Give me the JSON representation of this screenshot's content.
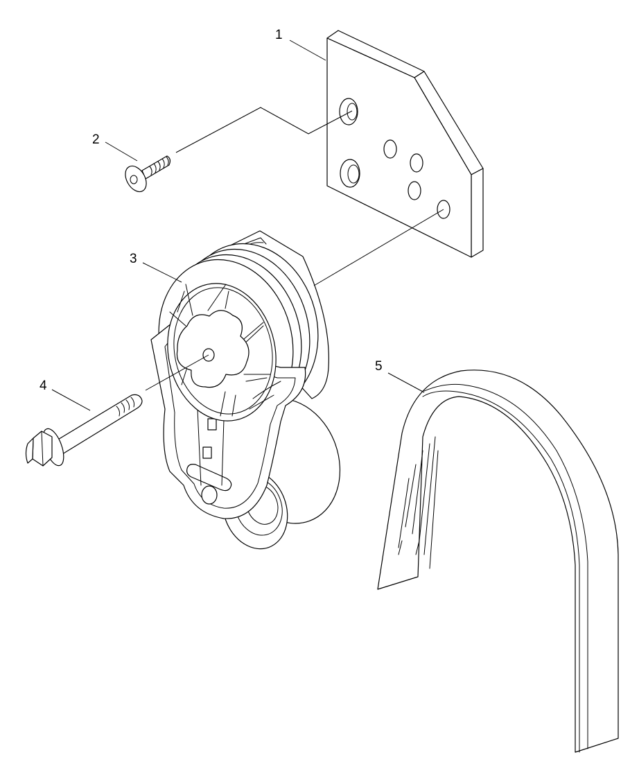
{
  "diagram": {
    "callouts": [
      {
        "id": "1",
        "label": "1"
      },
      {
        "id": "2",
        "label": "2"
      },
      {
        "id": "3",
        "label": "3"
      },
      {
        "id": "4",
        "label": "4"
      },
      {
        "id": "5",
        "label": "5"
      }
    ],
    "parts": [
      {
        "callout": "1",
        "icon": "mounting-plate-icon"
      },
      {
        "callout": "2",
        "icon": "countersunk-screw-icon"
      },
      {
        "callout": "3",
        "icon": "belt-tensioner-icon"
      },
      {
        "callout": "4",
        "icon": "flange-bolt-icon"
      },
      {
        "callout": "5",
        "icon": "serpentine-belt-icon"
      }
    ],
    "line_color": "#000000",
    "background_color": "#ffffff"
  }
}
